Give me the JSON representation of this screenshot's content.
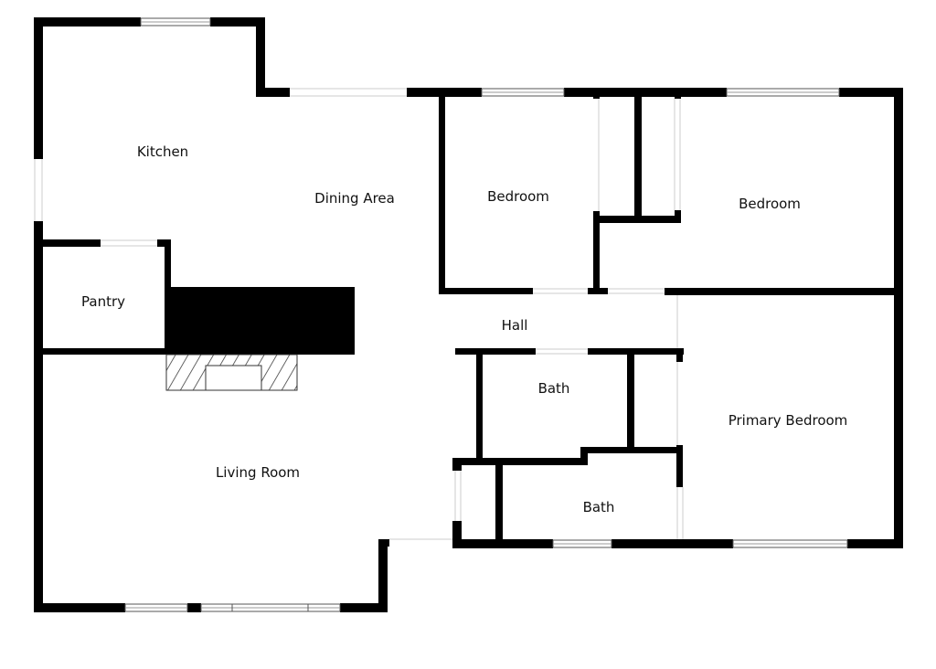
{
  "colors": {
    "wall": "#000000",
    "window_frame": "#555555",
    "floor": "#ffffff"
  },
  "rooms": {
    "kitchen": "Kitchen",
    "dining_area": "Dining Area",
    "bedroom_1": "Bedroom",
    "bedroom_2": "Bedroom",
    "pantry": "Pantry",
    "hall": "Hall",
    "bath_1": "Bath",
    "bath_2": "Bath",
    "primary_bedroom": "Primary Bedroom",
    "living_room": "Living Room"
  }
}
